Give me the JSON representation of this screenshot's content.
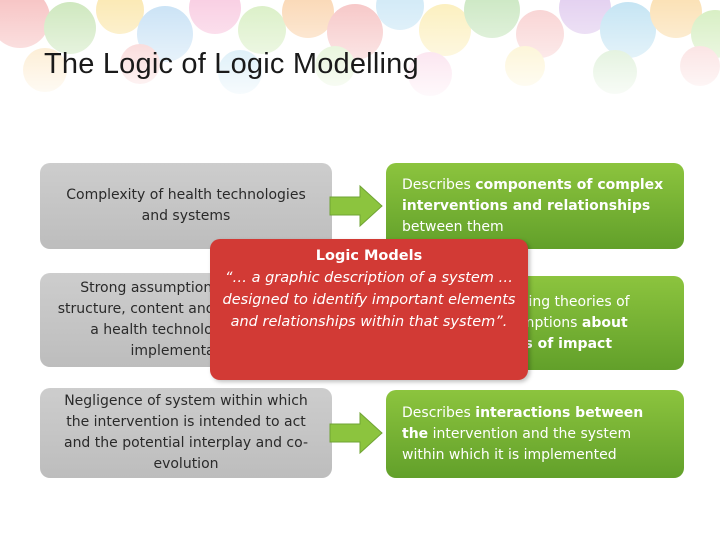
{
  "slide": {
    "title": "The Logic of Logic Modelling"
  },
  "rows": [
    {
      "left": "Complexity of health technologies and systems",
      "right_pre": "Describes ",
      "right_bold": "components of complex interventions and relationships",
      "right_post": " between them"
    },
    {
      "left": "Strong assumptions about the structure, content and application of a health technology and its implementation",
      "right_pre": "Describes underlying theories of change and assumptions ",
      "right_bold": "about causal pathways of impact",
      "right_post": ""
    },
    {
      "left": "Negligence of system within which the intervention is intended to act and the potential interplay and co-evolution",
      "right_pre": "Describes ",
      "right_bold": "interactions between the",
      "right_post": " intervention and the system within which it is implemented"
    }
  ],
  "popup": {
    "heading": "Logic Models",
    "quote": "“… a graphic description of a system … designed to identify important elements and relationships within that system”."
  },
  "colors": {
    "grey_box": "#c4c4c4",
    "green_box": "#77b336",
    "arrow": "#8cc43e",
    "popup": "#d23a35"
  },
  "icons": {
    "banner": "puzzle-pieces-banner",
    "arrow": "arrow-right-icon"
  }
}
